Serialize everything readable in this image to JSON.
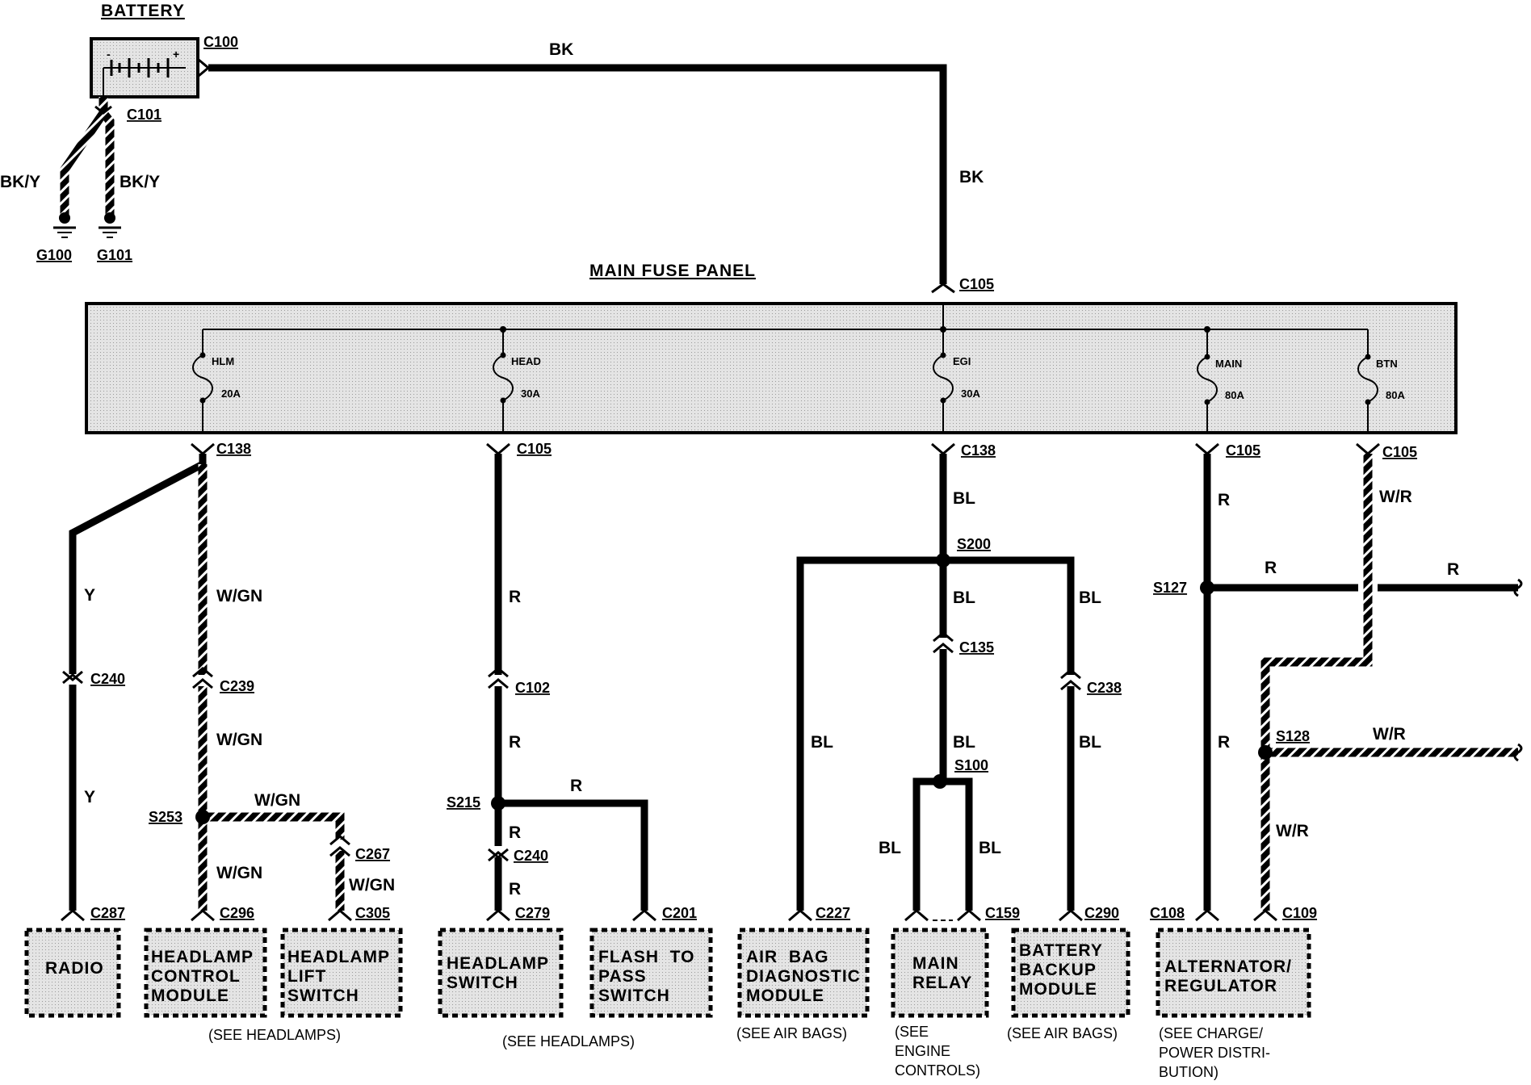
{
  "battery": {
    "title": "BATTERY"
  },
  "main_fuse_panel": {
    "title": "MAIN FUSE PANEL"
  },
  "connectors": {
    "c100": "C100",
    "c101": "C101",
    "c105_top": "C105",
    "c138_hlm": "C138",
    "c105_head": "C105",
    "c138_egi": "C138",
    "c105_main": "C105",
    "c105_btn": "C105",
    "c240_radio": "C240",
    "c239": "C239",
    "c267": "C267",
    "c102": "C102",
    "c240_head": "C240",
    "c135": "C135",
    "c238": "C238",
    "c287": "C287",
    "c296": "C296",
    "c305": "C305",
    "c279": "C279",
    "c201": "C201",
    "c227": "C227",
    "c159": "C159",
    "c290": "C290",
    "c108": "C108",
    "c109": "C109"
  },
  "grounds": {
    "g100": "G100",
    "g101": "G101"
  },
  "splices": {
    "s253": "S253",
    "s215": "S215",
    "s200": "S200",
    "s100": "S100",
    "s127": "S127",
    "s128": "S128"
  },
  "wire_colors": {
    "bk_top": "BK",
    "bk_vertical": "BK",
    "bky_left": "BK/Y",
    "bky_right": "BK/Y",
    "y_upper": "Y",
    "y_lower": "Y",
    "wgn_1": "W/GN",
    "wgn_2": "W/GN",
    "wgn_branch": "W/GN",
    "wgn_3": "W/GN",
    "wgn_lift": "W/GN",
    "r_head_1": "R",
    "r_head_2": "R",
    "r_head_branch": "R",
    "r_head_3": "R",
    "r_head_4": "R",
    "bl_1": "BL",
    "bl_center_1": "BL",
    "bl_right": "BL",
    "bl_left_long": "BL",
    "bl_center_2": "BL",
    "bl_right_2": "BL",
    "bl_relay_left": "BL",
    "bl_relay_right": "BL",
    "r_main_1": "R",
    "r_main_branch": "R",
    "r_main_out": "R",
    "r_main_lower": "R",
    "wr_1": "W/R",
    "wr_branch": "W/R",
    "wr_lower": "W/R"
  },
  "fuses": [
    {
      "name": "HLM",
      "rating": "20A"
    },
    {
      "name": "HEAD",
      "rating": "30A"
    },
    {
      "name": "EGI",
      "rating": "30A"
    },
    {
      "name": "MAIN",
      "rating": "80A"
    },
    {
      "name": "BTN",
      "rating": "80A"
    }
  ],
  "components": {
    "radio": [
      "RADIO"
    ],
    "headlamp_control_module": [
      "HEADLAMP",
      "CONTROL",
      "MODULE"
    ],
    "headlamp_lift_switch": [
      "HEADLAMP",
      "LIFT",
      "SWITCH"
    ],
    "headlamp_switch": [
      "HEADLAMP",
      "SWITCH"
    ],
    "flash_to_pass": [
      "FLASH  TO",
      "PASS",
      "SWITCH"
    ],
    "air_bag_module": [
      "AIR  BAG",
      "DIAGNOSTIC",
      "MODULE"
    ],
    "main_relay": [
      "MAIN",
      "RELAY"
    ],
    "battery_backup": [
      "BATTERY",
      "BACKUP",
      "MODULE"
    ],
    "alternator": [
      "ALTERNATOR/",
      "REGULATOR"
    ]
  },
  "notes": {
    "see_headlamps_1": "(SEE HEADLAMPS)",
    "see_headlamps_2": "(SEE HEADLAMPS)",
    "see_air_bags_1": "(SEE AIR BAGS)",
    "see_air_bags_2": "(SEE AIR BAGS)",
    "see_engine": [
      "(SEE",
      "ENGINE",
      "CONTROLS)"
    ],
    "see_charge": [
      "(SEE CHARGE/",
      "POWER DISTRI-",
      "BUTION)"
    ]
  },
  "colors": {
    "ink": "#000000",
    "panel_fill": "#d9d9d9",
    "box_fill": "#e6e6e6",
    "background": "#ffffff"
  }
}
